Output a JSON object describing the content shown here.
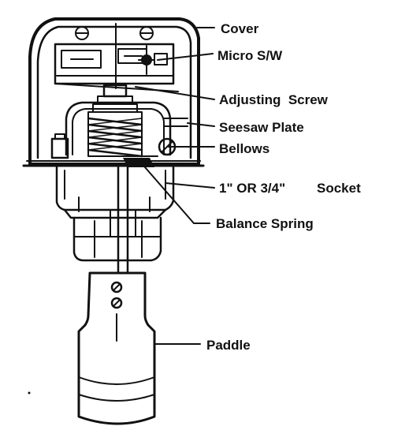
{
  "diagram": {
    "labels": {
      "cover": "Cover",
      "micro_switch": "Micro S/W",
      "adjusting_screw": "Adjusting  Screw",
      "seesaw_plate": "Seesaw Plate",
      "bellows": "Bellows",
      "socket_size": "1\" OR 3/4\"",
      "socket": "Socket",
      "balance_spring": "Balance Spring",
      "paddle": "Paddle"
    }
  }
}
